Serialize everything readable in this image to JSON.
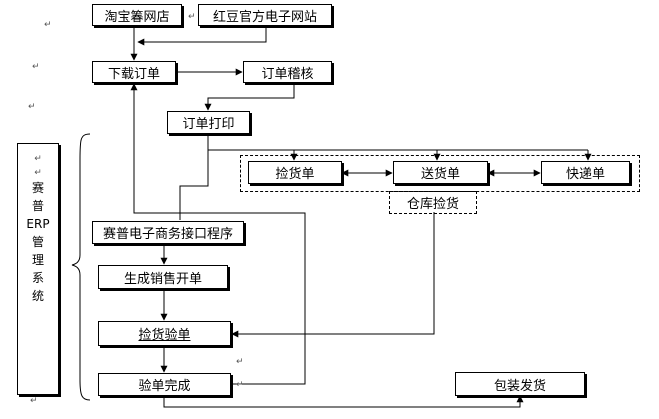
{
  "nodes": {
    "taobao": "淘宝箺网店",
    "hongdou": "红豆官方电子网站",
    "download": "下载订单",
    "audit": "订单稽核",
    "print": "订单打印",
    "pick_slip": "捡货单",
    "delivery_slip": "送货单",
    "express_slip": "快递单",
    "warehouse_pick": "仓库捡货",
    "interface": "赛普电子商务接口程序",
    "sales_order": "生成销售开单",
    "pick_check": "捡货验单",
    "check_done": "验单完成",
    "pack_ship": "包装发货"
  },
  "erp_system": {
    "chars": [
      "赛",
      "普",
      "ERP",
      "管",
      "理",
      "系",
      "统"
    ]
  },
  "para_mark": "↵"
}
